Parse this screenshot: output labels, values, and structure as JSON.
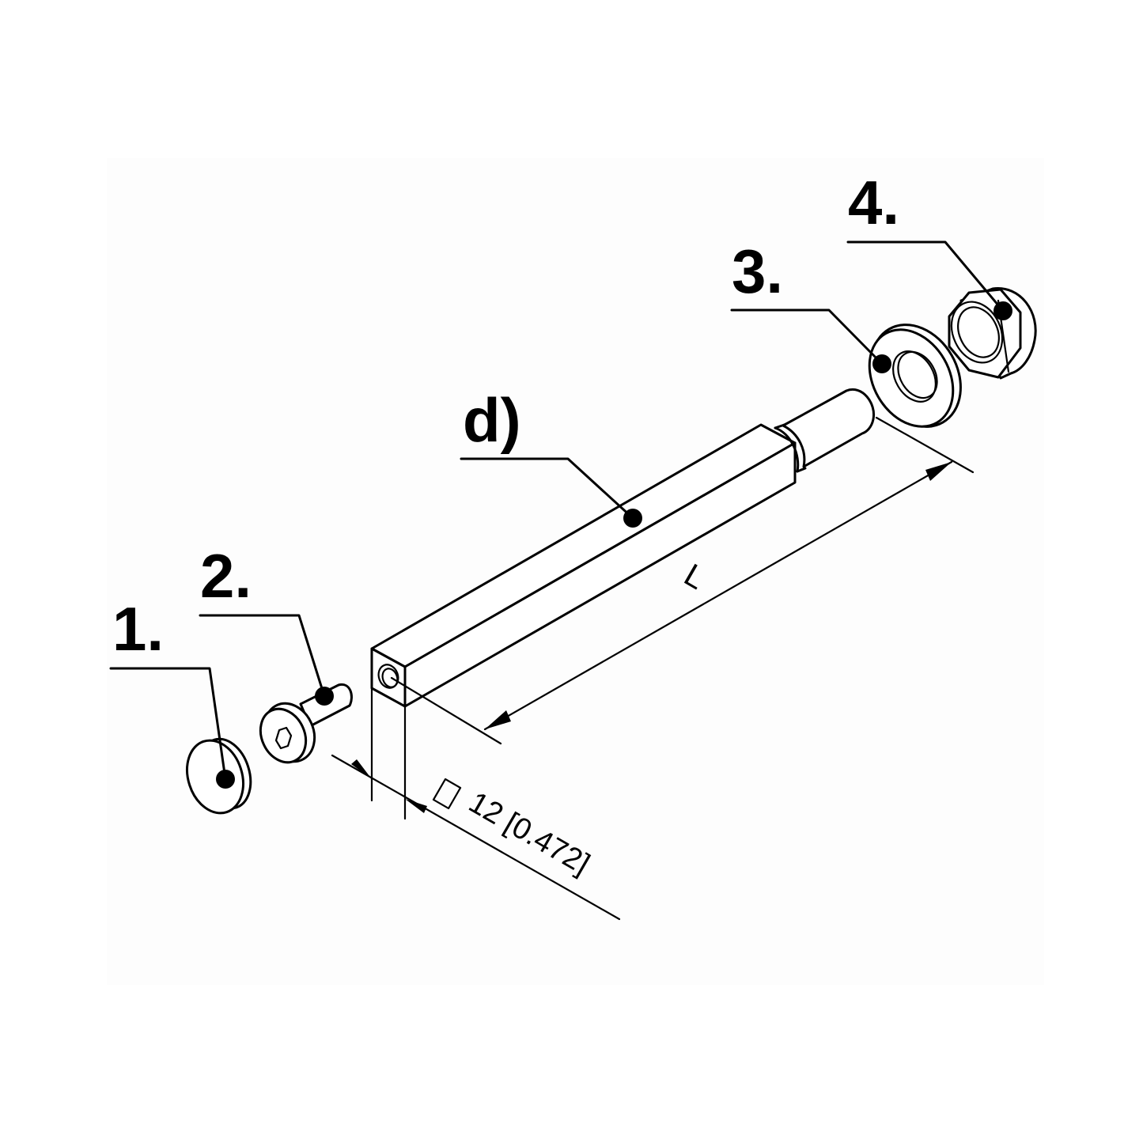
{
  "diagram": {
    "type": "exploded-assembly",
    "callouts": [
      {
        "id": "1",
        "label": "1.",
        "part": "cover-cap"
      },
      {
        "id": "2",
        "label": "2.",
        "part": "socket-head-cap-screw"
      },
      {
        "id": "d",
        "label": "d)",
        "part": "square-bar-shaft"
      },
      {
        "id": "3",
        "label": "3.",
        "part": "washer"
      },
      {
        "id": "4",
        "label": "4.",
        "part": "hex-lock-nut"
      }
    ],
    "dimensions": {
      "length": {
        "label": "L"
      },
      "square": {
        "symbol": "□",
        "value": "12",
        "inch": "[0.472]"
      }
    },
    "colors": {
      "line": "#000000",
      "background": "#ffffff",
      "panel": "#fdfdfd"
    }
  }
}
